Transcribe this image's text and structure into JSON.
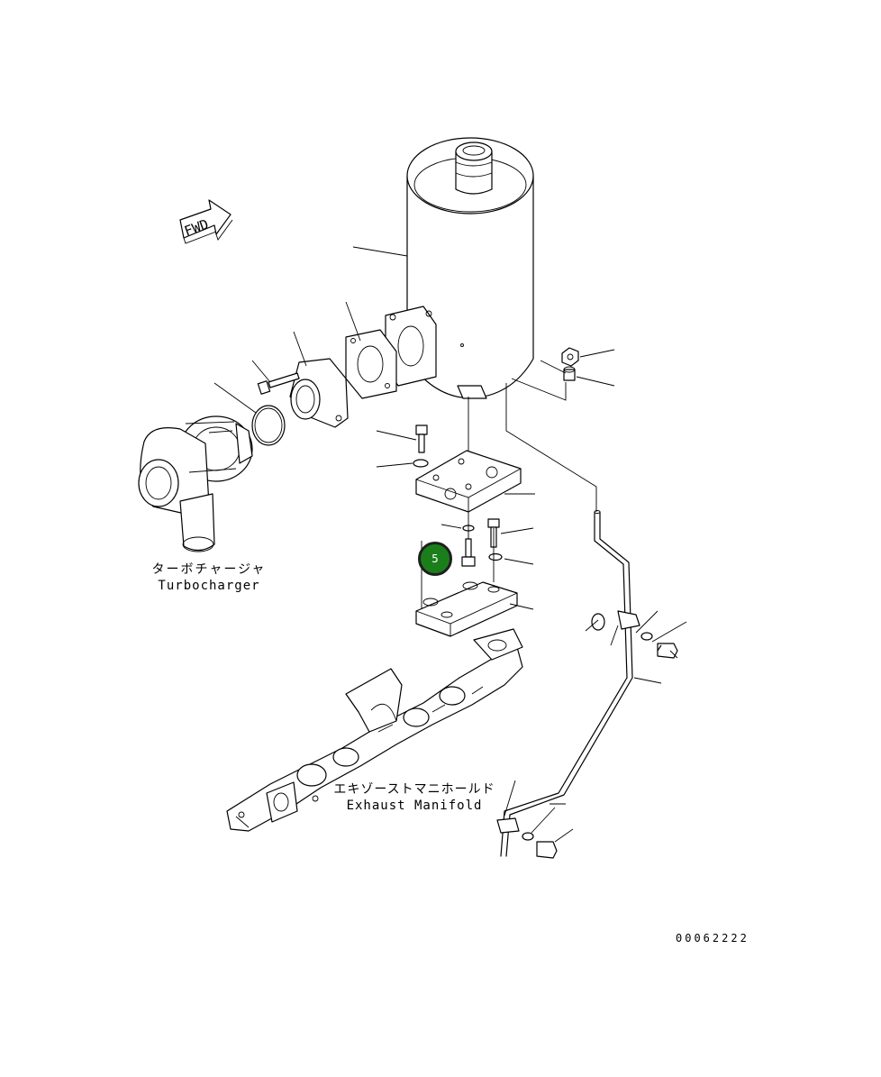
{
  "diagram": {
    "fwd_label": "FWD",
    "callout_number": "5",
    "labels": {
      "turbocharger_jp": "ターボチャージャ",
      "turbocharger_en": "Turbocharger",
      "manifold_jp": "エキゾーストマニホールド",
      "manifold_en": "Exhaust Manifold"
    },
    "drawing_number": "00062222",
    "colors": {
      "callout_fill": "#1a7f1a",
      "callout_border": "#1f1f1f"
    }
  }
}
